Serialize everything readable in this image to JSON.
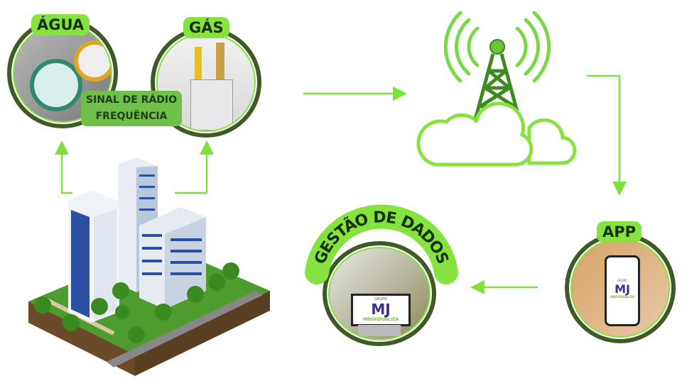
{
  "labels": {
    "water": "ÁGUA",
    "gas": "GÁS",
    "radio_signal": "SINAL DE RÁDIO FREQUÊNCIA",
    "data_management": "GESTÃO DE DADOS",
    "app": "APP"
  },
  "logo": {
    "group": "GRUPO",
    "brand": "MJ",
    "tagline": "INDIVIDUALIZA"
  },
  "colors": {
    "accent": "#86e23f",
    "ring": "#3f5a26",
    "arrow": "#7ee03a",
    "label_bg": "#6fbf4a"
  }
}
